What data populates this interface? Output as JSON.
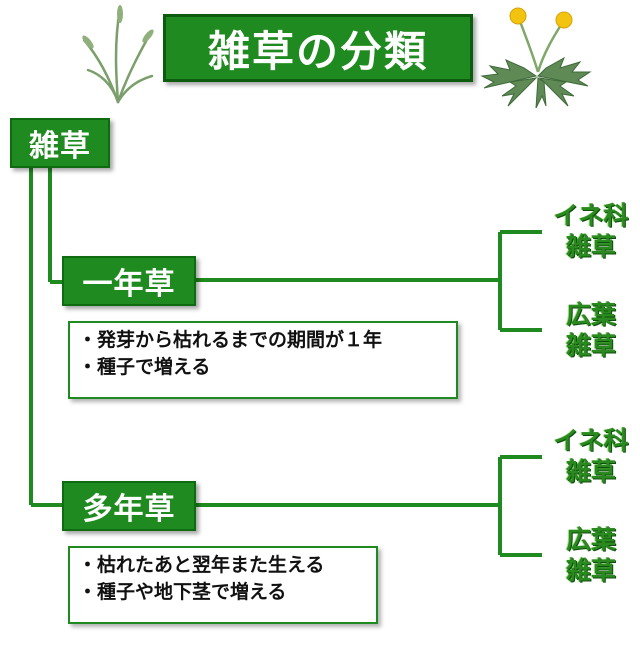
{
  "title": "雑草の分類",
  "root": "雑草",
  "annual": {
    "label": "一年草",
    "notes": [
      "・発芽から枯れるまでの期間が１年",
      "・種子で増える"
    ],
    "leaves": [
      {
        "line1": "イネ科",
        "line2": "雑草"
      },
      {
        "line1": "広葉",
        "line2": "雑草"
      }
    ]
  },
  "perennial": {
    "label": "多年草",
    "notes": [
      "・枯れたあと翌年また生える",
      "・種子や地下茎で増える"
    ],
    "leaves": [
      {
        "line1": "イネ科",
        "line2": "雑草"
      },
      {
        "line1": "広葉",
        "line2": "雑草"
      }
    ]
  },
  "colors": {
    "accent": "#1f8a1f",
    "dark": "#0d5c0d",
    "dandelion": "#f2c40f"
  },
  "icons": [
    "grass-weed-icon",
    "dandelion-icon"
  ]
}
